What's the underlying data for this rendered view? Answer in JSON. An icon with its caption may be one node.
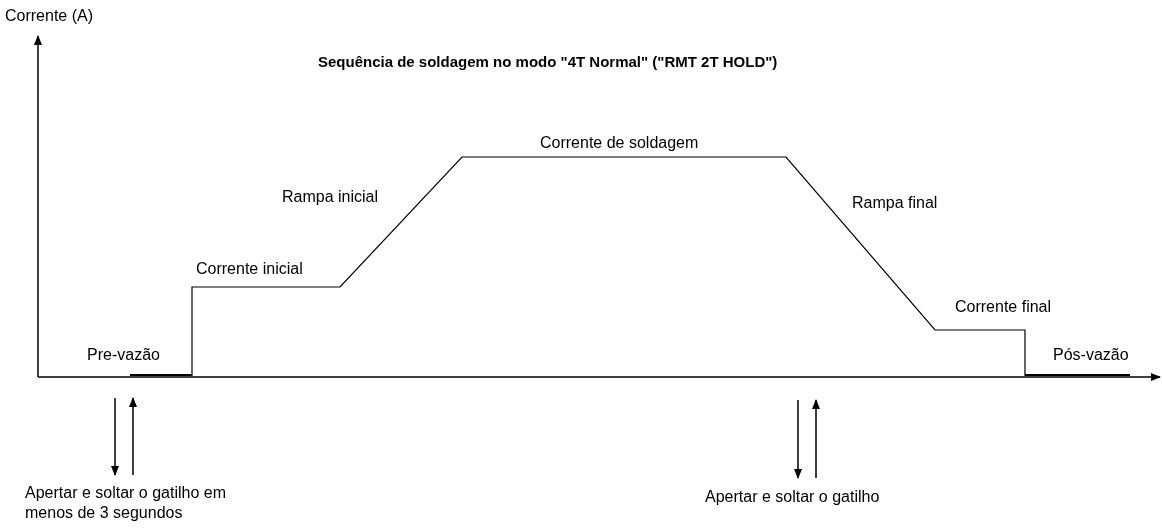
{
  "diagram": {
    "title": "Sequência de soldagem no modo \"4T Normal\" (\"RMT 2T HOLD\")",
    "labels": [
      "Corrente (A)",
      "Corrente de soldagem",
      "Rampa inicial",
      "Rampa final",
      "Corrente inicial",
      "Corrente final",
      "Pre-vazão",
      "Pós-vazão",
      "Apertar e soltar o gatilho em menos de 3 segundos",
      "Apertar e soltar o gatilho"
    ]
  }
}
